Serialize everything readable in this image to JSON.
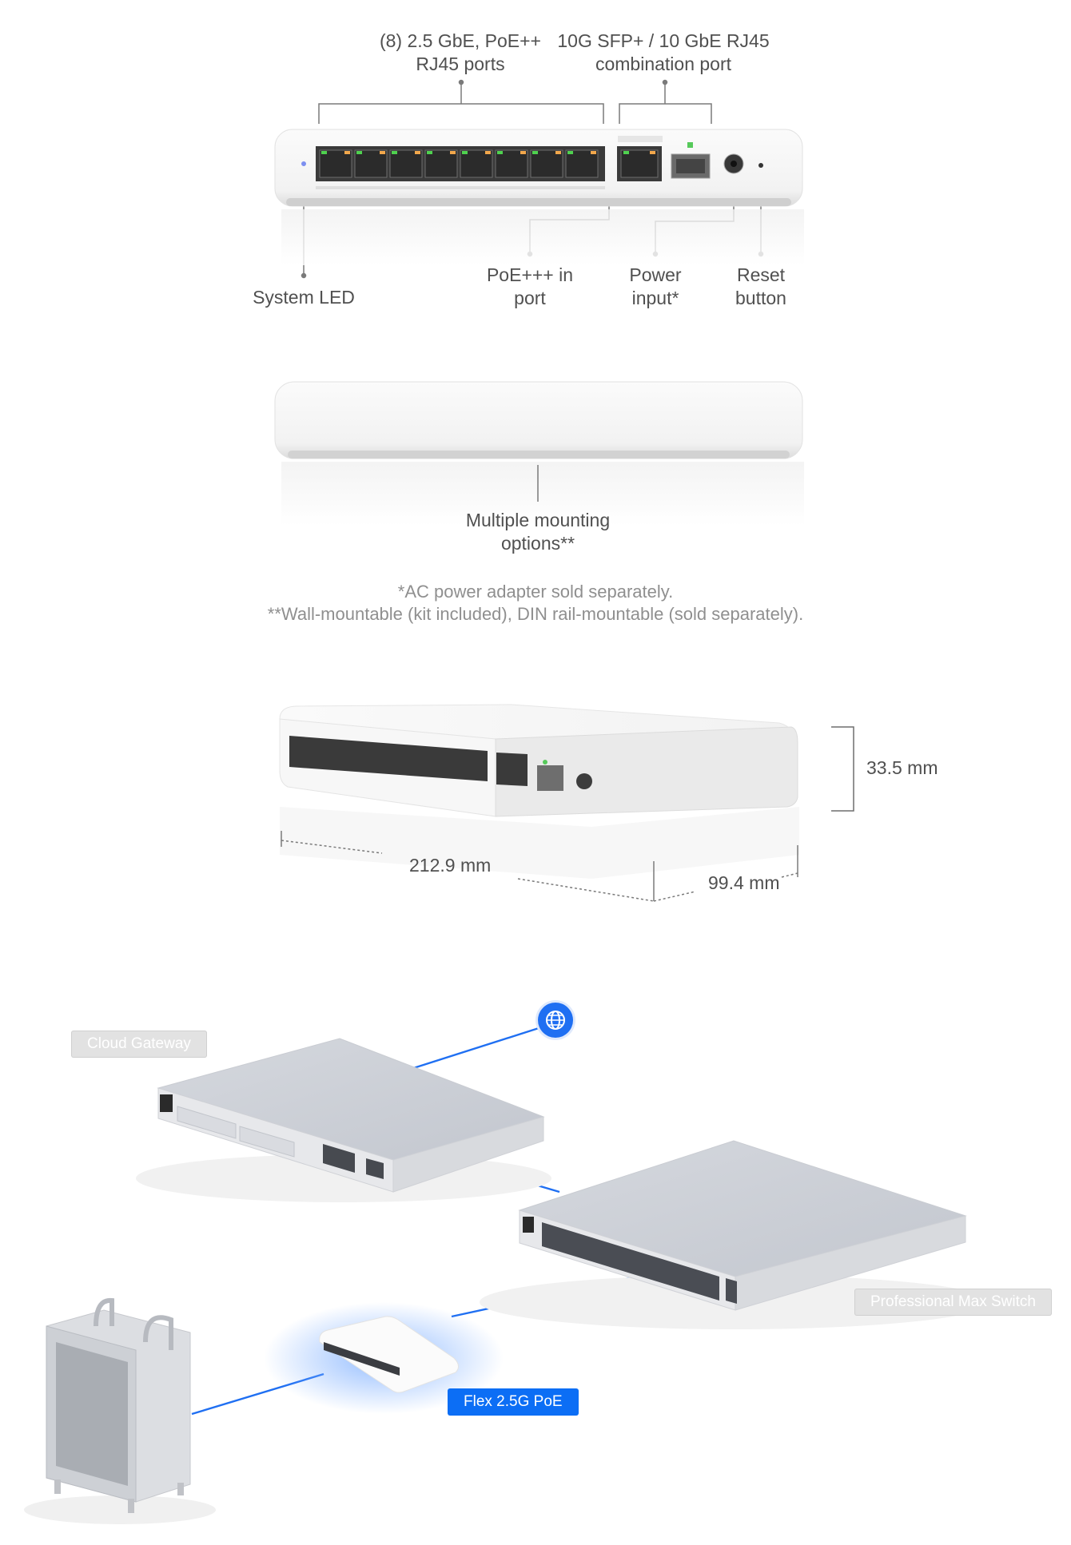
{
  "hero": {
    "callouts": {
      "ports_line1": "(8) 2.5 GbE, PoE++",
      "ports_line2": "RJ45 ports",
      "combo_line1": "10G SFP+ / 10 GbE RJ45",
      "combo_line2": "combination port",
      "system_led": "System LED",
      "poe_in_line1": "PoE+++ in",
      "poe_in_line2": "port",
      "power_line1": "Power",
      "power_line2": "input*",
      "reset_line1": "Reset",
      "reset_line2": "button"
    }
  },
  "back_view": {
    "mounting_line1": "Multiple mounting",
    "mounting_line2": "options**"
  },
  "footnotes": {
    "line1": "*AC power adapter sold separately.",
    "line2": "**Wall-mountable (kit included), DIN rail-mountable (sold separately)."
  },
  "dimensions": {
    "height": "33.5 mm",
    "width": "212.9 mm",
    "depth": "99.4 mm"
  },
  "topology": {
    "cloud_gateway": "Cloud Gateway",
    "pro_max_switch": "Professional Max Switch",
    "flex_poe": "Flex 2.5G PoE",
    "internet_icon": "globe-icon",
    "accent_color": "#0c6ef5",
    "link_color": "#1f6ff2"
  }
}
